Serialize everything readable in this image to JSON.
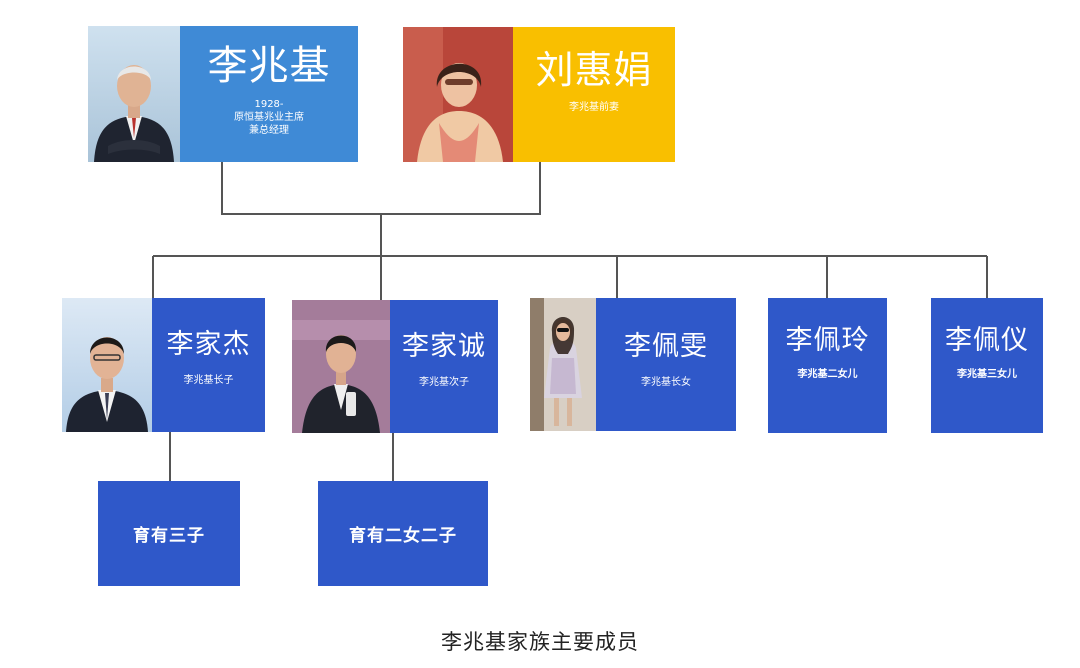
{
  "parents": {
    "father": {
      "name": "李兆基",
      "years": "1928-",
      "role_line1": "原恒基兆业主席",
      "role_line2": "兼总经理"
    },
    "mother": {
      "name": "刘惠娟",
      "relation": "李兆基前妻"
    }
  },
  "children": [
    {
      "name": "李家杰",
      "relation": "李兆基长子"
    },
    {
      "name": "李家诚",
      "relation": "李兆基次子"
    },
    {
      "name": "李佩雯",
      "relation": "李兆基长女"
    },
    {
      "name": "李佩玲",
      "relation": "李兆基二女儿"
    },
    {
      "name": "李佩仪",
      "relation": "李兆基三女儿"
    }
  ],
  "grandchildren": [
    {
      "label": "育有三子"
    },
    {
      "label": "育有二女二子"
    }
  ],
  "caption": "李兆基家族主要成员",
  "colors": {
    "blue_dark": "#2f58c9",
    "blue_light": "#3f8ad6",
    "gold": "#f9bf00",
    "line": "#555555"
  }
}
